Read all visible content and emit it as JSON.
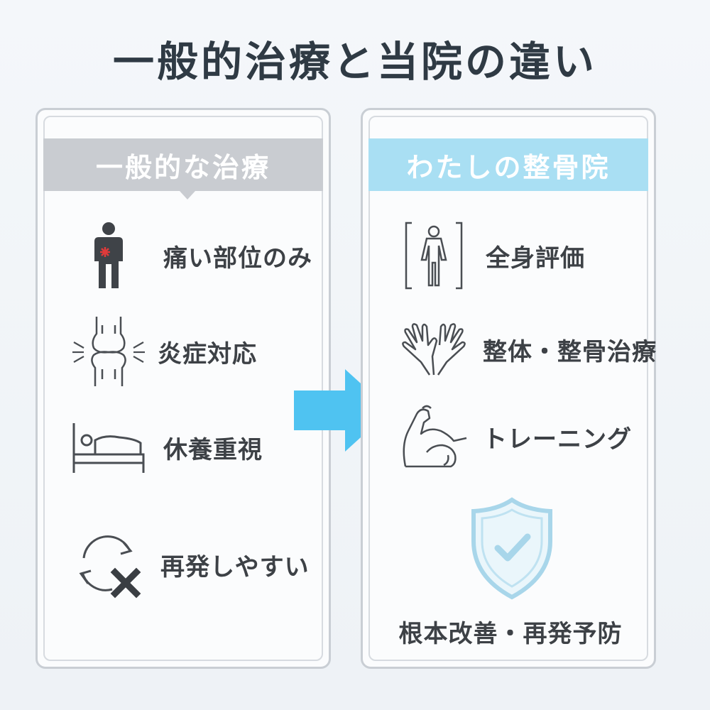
{
  "title": "一般的治療と当院の違い",
  "left_panel": {
    "header": "一般的な治療",
    "items": [
      {
        "label": "痛い部位のみ",
        "icon": "body-pain-icon"
      },
      {
        "label": "炎症対応",
        "icon": "inflamed-joint-icon"
      },
      {
        "label": "休養重視",
        "icon": "bed-rest-icon"
      },
      {
        "label": "再発しやすい",
        "icon": "recurrence-cycle-x-icon"
      }
    ]
  },
  "right_panel": {
    "header": "わたしの整骨院",
    "items": [
      {
        "label": "全身評価",
        "icon": "full-body-scan-icon"
      },
      {
        "label": "整体・整骨治療",
        "icon": "hands-icon"
      },
      {
        "label": "トレーニング",
        "icon": "muscle-arm-icon"
      }
    ],
    "bottom_label": "根本改善・再発予防",
    "bottom_icon": "shield-check-icon"
  },
  "colors": {
    "left_header": "#c9ccd1",
    "right_header": "#a9dff3",
    "arrow": "#4fc3f1",
    "pain_mark": "#e03a3a",
    "shield": "#a8d6ea"
  }
}
